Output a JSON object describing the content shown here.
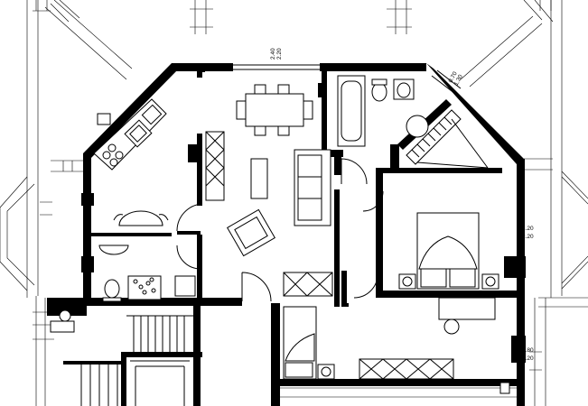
{
  "plan": {
    "dimension_labels": [
      {
        "name": "window-dim-top",
        "width": "2.40",
        "height": "2.20"
      },
      {
        "name": "window-dim-bath",
        "width": "0.70",
        "height": "1.30"
      },
      {
        "name": "window-dim-bedroom",
        "width": "1.20",
        "height": "2.20"
      },
      {
        "name": "window-dim-lower",
        "width": "0.80",
        "height": "2.20"
      }
    ]
  }
}
